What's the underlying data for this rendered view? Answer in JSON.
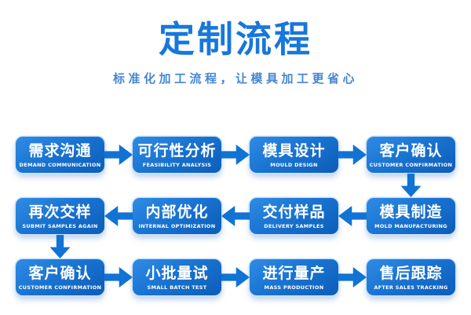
{
  "header": {
    "title": "定制流程",
    "subtitle": "标准化加工流程，让模具加工更省心"
  },
  "colors": {
    "background": "#ffffff",
    "title_blue": "#1777db",
    "subtitle_blue": "#4586d2",
    "box_gradient_top": "#2f8ce5",
    "box_gradient_bottom": "#0c5db8",
    "arrow_blue": "#1173d4",
    "box_text": "#ffffff"
  },
  "flow": {
    "rows": [
      {
        "direction": "right",
        "steps": [
          {
            "zh": "需求沟通",
            "en": "DEMAND COMMUNICATION"
          },
          {
            "zh": "可行性分析",
            "en": "FEASIBILITY ANALYSIS"
          },
          {
            "zh": "模具设计",
            "en": "MOULD DESIGN"
          },
          {
            "zh": "客户确认",
            "en": "CUSTOMER CONFIRMATION"
          }
        ]
      },
      {
        "direction": "left",
        "steps": [
          {
            "zh": "再次交样",
            "en": "SUBMIT SAMPLES AGAIN"
          },
          {
            "zh": "内部优化",
            "en": "INTERNAL OPTIMIZATION"
          },
          {
            "zh": "交付样品",
            "en": "DELIVERY SAMPLES"
          },
          {
            "zh": "模具制造",
            "en": "MOLD MANUFACTURING"
          }
        ]
      },
      {
        "direction": "right",
        "steps": [
          {
            "zh": "客户确认",
            "en": "CUSTOMER CONFIRMATION"
          },
          {
            "zh": "小批量试",
            "en": "SMALL BATCH TEST"
          },
          {
            "zh": "进行量产",
            "en": "MASS PRODUCTION"
          },
          {
            "zh": "售后跟踪",
            "en": "AFTER SALES TRACKING"
          }
        ]
      }
    ],
    "connectors": [
      {
        "direction": "down",
        "from": "客户确认",
        "to": "模具制造",
        "column": "right"
      },
      {
        "direction": "down",
        "from": "再次交样",
        "to": "客户确认",
        "column": "left"
      }
    ]
  }
}
